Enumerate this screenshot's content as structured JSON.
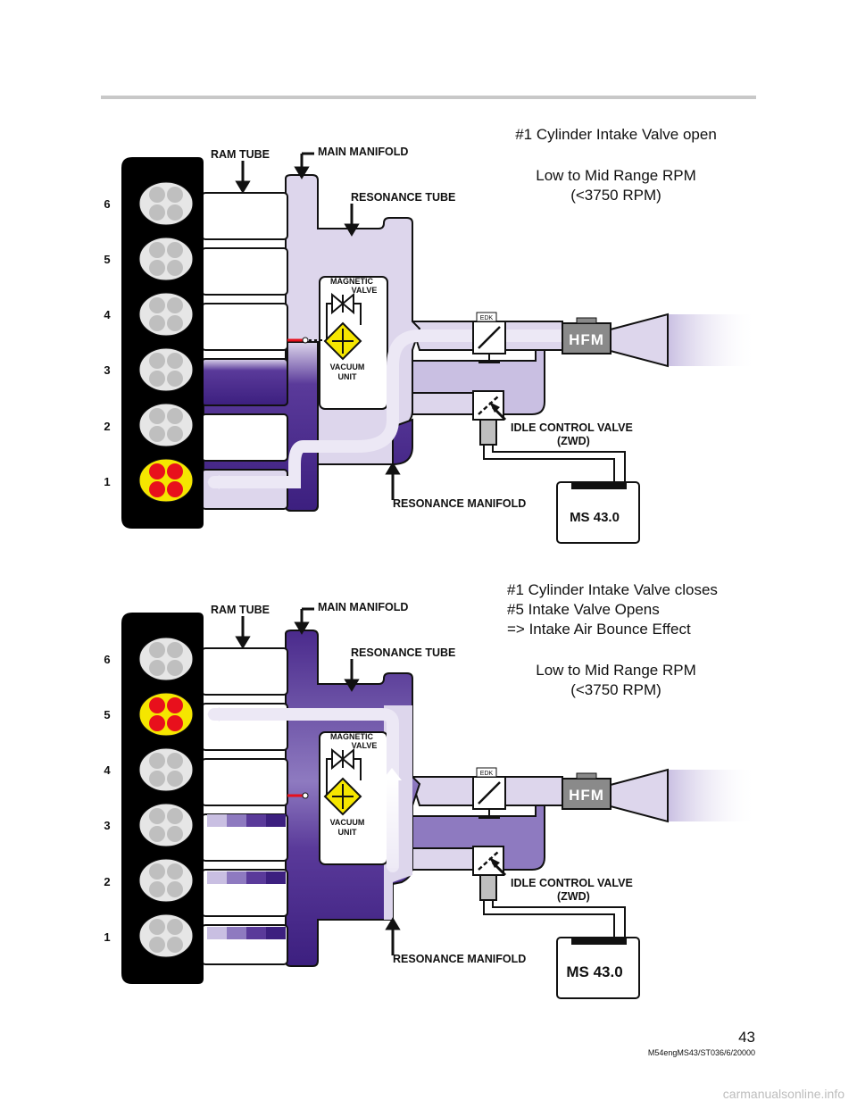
{
  "page": {
    "page_number": "43",
    "doc_code": "M54engMS43/ST036/6/20000",
    "watermark": "carmanualsonline.info"
  },
  "labels": {
    "ram_tube": "RAM TUBE",
    "main_manifold": "MAIN MANIFOLD",
    "resonance_tube": "RESONANCE TUBE",
    "magnetic": "MAGNETIC",
    "valve": "VALVE",
    "vacuum": "VACUUM",
    "unit": "UNIT",
    "edk": "EDK",
    "hfm": "HFM",
    "idle_control_valve": "IDLE CONTROL VALVE",
    "zwd": "(ZWD)",
    "resonance_manifold": "RESONANCE MANIFOLD",
    "ms": "MS 43.0",
    "cylinders": [
      "6",
      "5",
      "4",
      "3",
      "2",
      "1"
    ]
  },
  "diagrams": [
    {
      "caption": [
        "#1 Cylinder Intake Valve open",
        "",
        "Low to Mid Range RPM",
        "(<3750 RPM)"
      ],
      "active_cylinder": "1",
      "flow": "into-manifold-to-cyl-1"
    },
    {
      "caption": [
        "#1 Cylinder Intake Valve closes",
        "#5 Intake Valve Opens",
        "=> Intake Air Bounce Effect",
        "",
        "Low to Mid Range RPM",
        "(<3750 RPM)"
      ],
      "active_cylinder": "5",
      "flow": "bounce-to-cyl-5"
    }
  ],
  "colors": {
    "manifold_light": "#ddd6ec",
    "manifold_dark": "#4a2a8c",
    "active_valve": "#e8101c",
    "active_ring": "#f5e600",
    "inactive_valve": "#bfbfbf",
    "vacuum_unit": "#f5e600",
    "hfm_body": "#8a8a8a"
  }
}
